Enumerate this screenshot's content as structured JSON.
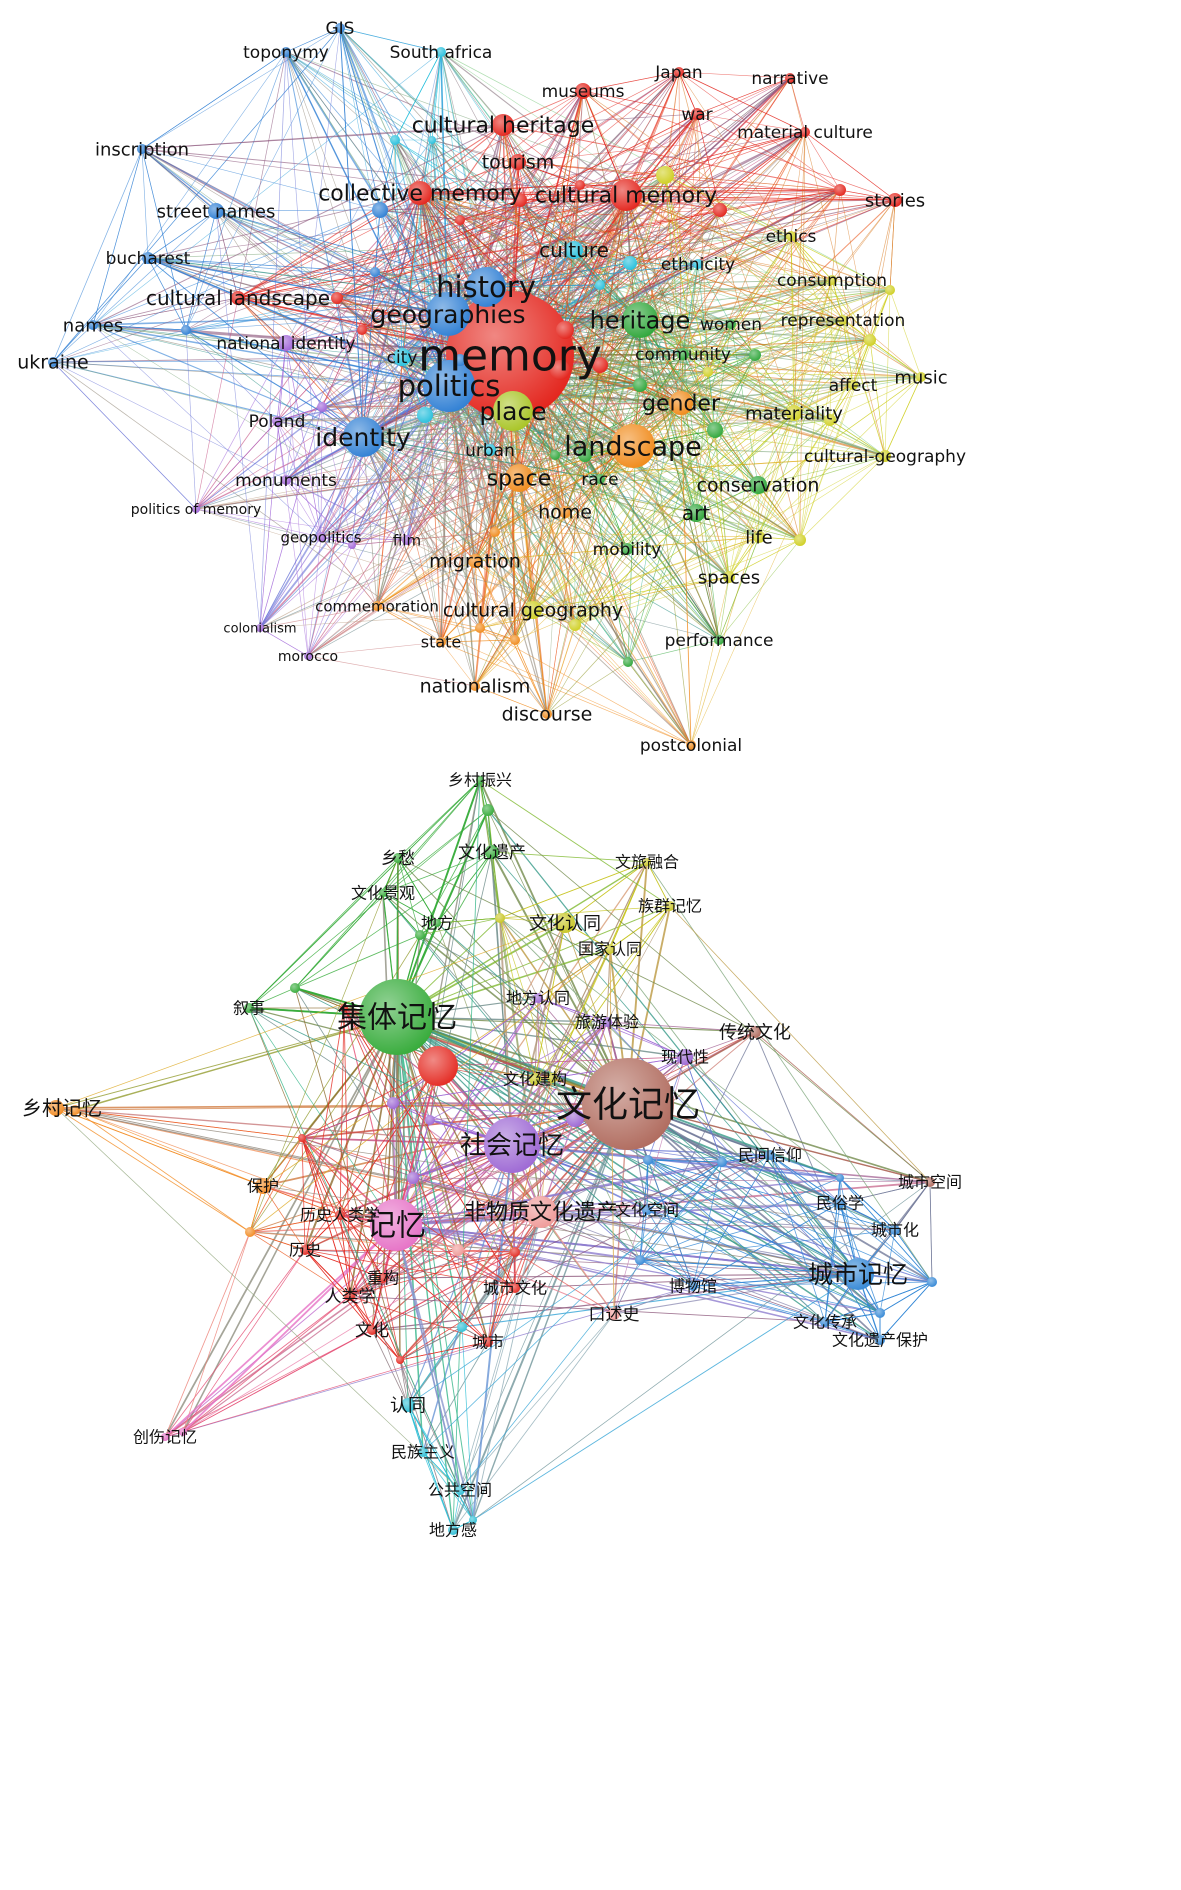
{
  "networks": [
    {
      "id": "english",
      "colors": {
        "red": "#e3241c",
        "blue": "#2f7fd4",
        "cyan": "#27c0dc",
        "purple": "#a065d8",
        "green": "#2fa63a",
        "yellow": "#cfcf22",
        "orange": "#f08a1a",
        "lime": "#a8c424"
      },
      "nodes": [
        {
          "id": "memory",
          "label": "memory",
          "cluster": "red",
          "weight": 10
        },
        {
          "id": "history",
          "label": "history",
          "cluster": "blue",
          "weight": 6
        },
        {
          "id": "geographies",
          "label": "geographies",
          "cluster": "blue",
          "weight": 7
        },
        {
          "id": "politics",
          "label": "politics",
          "cluster": "blue",
          "weight": 7
        },
        {
          "id": "identity",
          "label": "identity",
          "cluster": "blue",
          "weight": 6
        },
        {
          "id": "place",
          "label": "place",
          "cluster": "lime",
          "weight": 5
        },
        {
          "id": "landscape",
          "label": "landscape",
          "cluster": "orange",
          "weight": 6
        },
        {
          "id": "heritage",
          "label": "heritage",
          "cluster": "green",
          "weight": 5
        },
        {
          "id": "space",
          "label": "space",
          "cluster": "orange",
          "weight": 4
        },
        {
          "id": "gender",
          "label": "gender",
          "cluster": "orange",
          "weight": 4
        },
        {
          "id": "collective memory",
          "label": "collective memory",
          "cluster": "red",
          "weight": 4
        },
        {
          "id": "cultural memory",
          "label": "cultural memory",
          "cluster": "red",
          "weight": 5
        },
        {
          "id": "cultural heritage",
          "label": "cultural heritage",
          "cluster": "red",
          "weight": 4
        },
        {
          "id": "cultural landscape",
          "label": "cultural landscape",
          "cluster": "red",
          "weight": 3
        },
        {
          "id": "tourism",
          "label": "tourism",
          "cluster": "red",
          "weight": 3
        },
        {
          "id": "museums",
          "label": "museums",
          "cluster": "red",
          "weight": 3
        },
        {
          "id": "Japan",
          "label": "Japan",
          "cluster": "red",
          "weight": 2
        },
        {
          "id": "war",
          "label": "war",
          "cluster": "red",
          "weight": 3
        },
        {
          "id": "narrative",
          "label": "narrative",
          "cluster": "red",
          "weight": 2
        },
        {
          "id": "material culture",
          "label": "material culture",
          "cluster": "red",
          "weight": 2
        },
        {
          "id": "stories",
          "label": "stories",
          "cluster": "red",
          "weight": 3
        },
        {
          "id": "ethics",
          "label": "ethics",
          "cluster": "yellow",
          "weight": 2
        },
        {
          "id": "ethnicity",
          "label": "ethnicity",
          "cluster": "cyan",
          "weight": 2
        },
        {
          "id": "culture",
          "label": "culture",
          "cluster": "cyan",
          "weight": 3
        },
        {
          "id": "consumption",
          "label": "consumption",
          "cluster": "yellow",
          "weight": 2
        },
        {
          "id": "representation",
          "label": "representation",
          "cluster": "yellow",
          "weight": 2
        },
        {
          "id": "women",
          "label": "women",
          "cluster": "green",
          "weight": 2
        },
        {
          "id": "community",
          "label": "community",
          "cluster": "green",
          "weight": 2
        },
        {
          "id": "music",
          "label": "music",
          "cluster": "yellow",
          "weight": 2
        },
        {
          "id": "affect",
          "label": "affect",
          "cluster": "yellow",
          "weight": 2
        },
        {
          "id": "materiality",
          "label": "materiality",
          "cluster": "yellow",
          "weight": 3
        },
        {
          "id": "cultural-geography",
          "label": "cultural-geography",
          "cluster": "yellow",
          "weight": 2
        },
        {
          "id": "conservation",
          "label": "conservation",
          "cluster": "green",
          "weight": 3
        },
        {
          "id": "art",
          "label": "art",
          "cluster": "green",
          "weight": 3
        },
        {
          "id": "life",
          "label": "life",
          "cluster": "yellow",
          "weight": 2
        },
        {
          "id": "spaces",
          "label": "spaces",
          "cluster": "yellow",
          "weight": 2
        },
        {
          "id": "mobility",
          "label": "mobility",
          "cluster": "green",
          "weight": 2
        },
        {
          "id": "performance",
          "label": "performance",
          "cluster": "green",
          "weight": 2
        },
        {
          "id": "postcolonial",
          "label": "postcolonial",
          "cluster": "orange",
          "weight": 2
        },
        {
          "id": "discourse",
          "label": "discourse",
          "cluster": "orange",
          "weight": 2
        },
        {
          "id": "nationalism",
          "label": "nationalism",
          "cluster": "orange",
          "weight": 2
        },
        {
          "id": "cultural geography",
          "label": "cultural geography",
          "cluster": "yellow",
          "weight": 2
        },
        {
          "id": "state",
          "label": "state",
          "cluster": "orange",
          "weight": 2
        },
        {
          "id": "migration",
          "label": "migration",
          "cluster": "orange",
          "weight": 2
        },
        {
          "id": "home",
          "label": "home",
          "cluster": "orange",
          "weight": 2
        },
        {
          "id": "race",
          "label": "race",
          "cluster": "green",
          "weight": 2
        },
        {
          "id": "urban",
          "label": "urban",
          "cluster": "cyan",
          "weight": 2
        },
        {
          "id": "film",
          "label": "film",
          "cluster": "purple",
          "weight": 2
        },
        {
          "id": "commemoration",
          "label": "commemoration",
          "cluster": "orange",
          "weight": 2
        },
        {
          "id": "colonialism",
          "label": "colonialism",
          "cluster": "purple",
          "weight": 1
        },
        {
          "id": "morocco",
          "label": "morocco",
          "cluster": "purple",
          "weight": 1
        },
        {
          "id": "geopolitics",
          "label": "geopolitics",
          "cluster": "purple",
          "weight": 2
        },
        {
          "id": "politics of memory",
          "label": "politics of memory",
          "cluster": "purple",
          "weight": 1
        },
        {
          "id": "monuments",
          "label": "monuments",
          "cluster": "purple",
          "weight": 2
        },
        {
          "id": "Poland",
          "label": "Poland",
          "cluster": "purple",
          "weight": 2
        },
        {
          "id": "national identity",
          "label": "national identity",
          "cluster": "purple",
          "weight": 3
        },
        {
          "id": "city",
          "label": "city",
          "cluster": "cyan",
          "weight": 3
        },
        {
          "id": "names",
          "label": "names",
          "cluster": "blue",
          "weight": 2
        },
        {
          "id": "ukraine",
          "label": "ukraine",
          "cluster": "blue",
          "weight": 2
        },
        {
          "id": "bucharest",
          "label": "bucharest",
          "cluster": "blue",
          "weight": 2
        },
        {
          "id": "street names",
          "label": "street names",
          "cluster": "blue",
          "weight": 3
        },
        {
          "id": "inscription",
          "label": "inscription",
          "cluster": "blue",
          "weight": 2
        },
        {
          "id": "toponymy",
          "label": "toponymy",
          "cluster": "blue",
          "weight": 2
        },
        {
          "id": "GIS",
          "label": "GIS",
          "cluster": "blue",
          "weight": 2
        },
        {
          "id": "South africa",
          "label": "South africa",
          "cluster": "cyan",
          "weight": 2
        }
      ]
    },
    {
      "id": "chinese",
      "colors": {
        "brown": "#b06b5e",
        "green": "#36ab3a",
        "red": "#e42a22",
        "purple": "#9d68d4",
        "pink": "#e672c6",
        "salmon": "#ef9a98",
        "blue": "#3588d6",
        "cyan": "#30bfd6",
        "orange": "#f28c24",
        "yellow": "#c8c624"
      },
      "nodes": [
        {
          "id": "文化记忆",
          "label": "文化记忆",
          "cluster": "brown",
          "weight": 10
        },
        {
          "id": "集体记忆",
          "label": "集体记忆",
          "cluster": "green",
          "weight": 9
        },
        {
          "id": "社会记忆",
          "label": "社会记忆",
          "cluster": "purple",
          "weight": 7
        },
        {
          "id": "记忆",
          "label": "记忆",
          "cluster": "pink",
          "weight": 7
        },
        {
          "id": "城市记忆",
          "label": "城市记忆",
          "cluster": "blue",
          "weight": 5
        },
        {
          "id": "非物质文化遗产",
          "label": "非物质文化遗产",
          "cluster": "salmon",
          "weight": 5
        },
        {
          "id": "乡村记忆",
          "label": "乡村记忆",
          "cluster": "orange",
          "weight": 3
        },
        {
          "id": "乡村振兴",
          "label": "乡村振兴",
          "cluster": "green",
          "weight": 2
        },
        {
          "id": "乡愁",
          "label": "乡愁",
          "cluster": "green",
          "weight": 2
        },
        {
          "id": "文化遗产",
          "label": "文化遗产",
          "cluster": "green",
          "weight": 3
        },
        {
          "id": "文化景观",
          "label": "文化景观",
          "cluster": "green",
          "weight": 2
        },
        {
          "id": "地方",
          "label": "地方",
          "cluster": "green",
          "weight": 2
        },
        {
          "id": "叙事",
          "label": "叙事",
          "cluster": "green",
          "weight": 2
        },
        {
          "id": "文旅融合",
          "label": "文旅融合",
          "cluster": "yellow",
          "weight": 2
        },
        {
          "id": "族群记忆",
          "label": "族群记忆",
          "cluster": "yellow",
          "weight": 2
        },
        {
          "id": "文化认同",
          "label": "文化认同",
          "cluster": "yellow",
          "weight": 3
        },
        {
          "id": "国家认同",
          "label": "国家认同",
          "cluster": "yellow",
          "weight": 2
        },
        {
          "id": "地方认同",
          "label": "地方认同",
          "cluster": "purple",
          "weight": 2
        },
        {
          "id": "旅游体验",
          "label": "旅游体验",
          "cluster": "purple",
          "weight": 2
        },
        {
          "id": "传统文化",
          "label": "传统文化",
          "cluster": "brown",
          "weight": 2
        },
        {
          "id": "现代性",
          "label": "现代性",
          "cluster": "purple",
          "weight": 2
        },
        {
          "id": "文化建构",
          "label": "文化建构",
          "cluster": "yellow",
          "weight": 2
        },
        {
          "id": "民间信仰",
          "label": "民间信仰",
          "cluster": "blue",
          "weight": 2
        },
        {
          "id": "城市空间",
          "label": "城市空间",
          "cluster": "brown",
          "weight": 2
        },
        {
          "id": "民俗学",
          "label": "民俗学",
          "cluster": "blue",
          "weight": 2
        },
        {
          "id": "城市化",
          "label": "城市化",
          "cluster": "blue",
          "weight": 2
        },
        {
          "id": "文化空间",
          "label": "文化空间",
          "cluster": "blue",
          "weight": 2
        },
        {
          "id": "博物馆",
          "label": "博物馆",
          "cluster": "blue",
          "weight": 2
        },
        {
          "id": "文化传承",
          "label": "文化传承",
          "cluster": "blue",
          "weight": 2
        },
        {
          "id": "文化遗产保护",
          "label": "文化遗产保护",
          "cluster": "blue",
          "weight": 2
        },
        {
          "id": "口述史",
          "label": "口述史",
          "cluster": "salmon",
          "weight": 2
        },
        {
          "id": "城市文化",
          "label": "城市文化",
          "cluster": "red",
          "weight": 2
        },
        {
          "id": "城市",
          "label": "城市",
          "cluster": "red",
          "weight": 2
        },
        {
          "id": "保护",
          "label": "保护",
          "cluster": "orange",
          "weight": 3
        },
        {
          "id": "历史人类学",
          "label": "历史人类学",
          "cluster": "red",
          "weight": 2
        },
        {
          "id": "历史",
          "label": "历史",
          "cluster": "red",
          "weight": 2
        },
        {
          "id": "人类学",
          "label": "人类学",
          "cluster": "red",
          "weight": 2
        },
        {
          "id": "重构",
          "label": "重构",
          "cluster": "red",
          "weight": 2
        },
        {
          "id": "文化",
          "label": "文化",
          "cluster": "red",
          "weight": 2
        },
        {
          "id": "认同",
          "label": "认同",
          "cluster": "cyan",
          "weight": 3
        },
        {
          "id": "民族主义",
          "label": "民族主义",
          "cluster": "cyan",
          "weight": 2
        },
        {
          "id": "公共空间",
          "label": "公共空间",
          "cluster": "cyan",
          "weight": 2
        },
        {
          "id": "地方感",
          "label": "地方感",
          "cluster": "cyan",
          "weight": 2
        },
        {
          "id": "创伤记忆",
          "label": "创伤记忆",
          "cluster": "pink",
          "weight": 2
        }
      ]
    }
  ]
}
